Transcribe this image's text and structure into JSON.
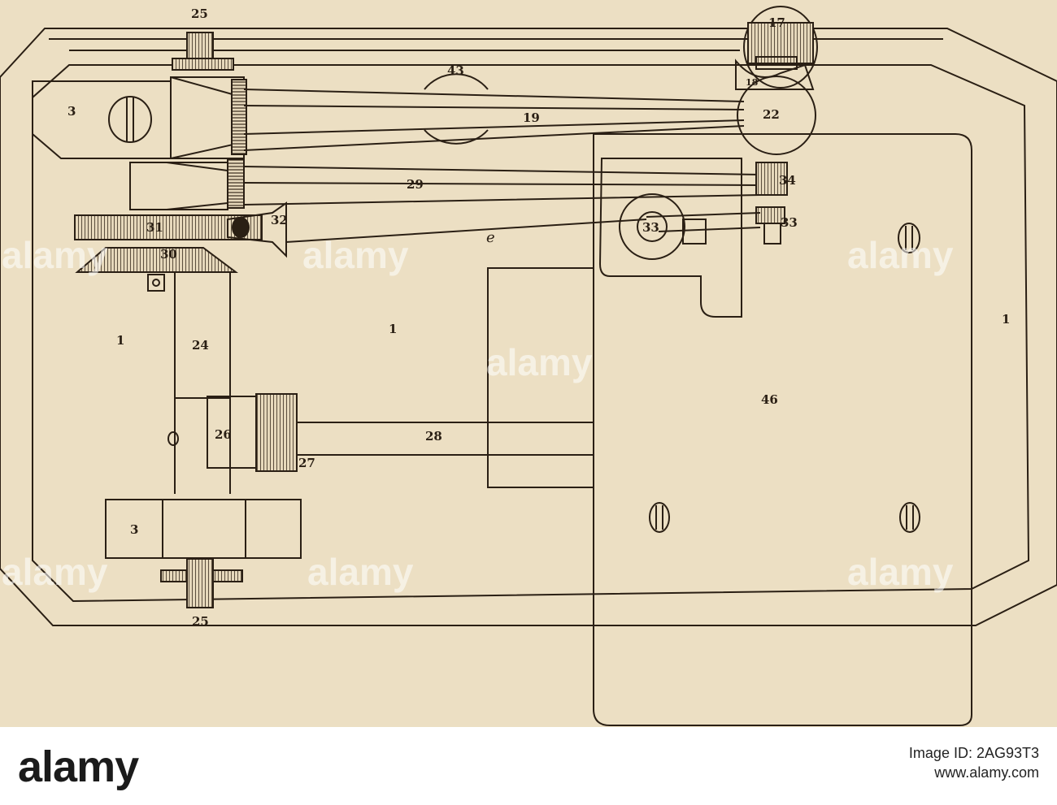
{
  "labels": {
    "l25_top": "25",
    "l17": "17",
    "l18": "18",
    "l43": "43",
    "l3_top": "3",
    "l19": "19",
    "l22": "22",
    "l29": "29",
    "l34": "34",
    "l31": "31",
    "l32": "32",
    "l33a": "33",
    "l33b": "33",
    "le": "e",
    "l30": "30",
    "l1_left": "1",
    "l24": "24",
    "l1_mid": "1",
    "l1_right": "1",
    "l46": "46",
    "l26": "26",
    "l28": "28",
    "l27": "27",
    "l3_bottom": "3",
    "l25_bottom": "25"
  },
  "watermark": {
    "text": "alamy"
  },
  "footer": {
    "logo": "alamy",
    "image_id_label": "Image ID: 2AG93T3",
    "url": "www.alamy.com"
  },
  "colors": {
    "paper": "#ecdfc3",
    "ink": "#2a1f14"
  }
}
